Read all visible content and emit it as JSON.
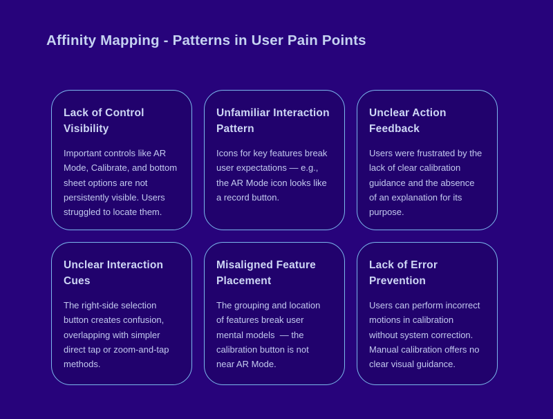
{
  "page": {
    "title": "Affinity Mapping - Patterns in User Pain Points"
  },
  "colors": {
    "background": "#27037B",
    "card_background": "#21026D",
    "card_border": "#7CB9EE",
    "title_text": "#C5D2F1",
    "card_title_text": "#CED7F5",
    "card_body_text": "#C3CAEF"
  },
  "cards": [
    {
      "title": "Lack of Control\nVisibility",
      "body": "Important controls like AR\nMode, Calibrate, and bottom\nsheet options are not\npersistently visible. Users\nstruggled to locate them."
    },
    {
      "title": "Unfamiliar Interaction\nPattern",
      "body": "Icons for key features break\nuser expectations — e.g.,\nthe AR Mode icon looks like\na record button."
    },
    {
      "title": "Unclear Action\nFeedback",
      "body": "Users were frustrated by the\nlack of clear calibration\nguidance and the absence\nof an explanation for its\npurpose."
    },
    {
      "title": "Unclear Interaction\nCues",
      "body": "The right-side selection\nbutton creates confusion,\noverlapping with simpler\ndirect tap or zoom-and-tap\nmethods."
    },
    {
      "title": "Misaligned Feature\nPlacement",
      "body": "The grouping and location\nof features break user\nmental models  — the\ncalibration button is not\nnear AR Mode."
    },
    {
      "title": "Lack of Error\nPrevention",
      "body": "Users can perform incorrect\nmotions in calibration\nwithout system correction.\nManual calibration offers no\nclear visual guidance."
    }
  ]
}
